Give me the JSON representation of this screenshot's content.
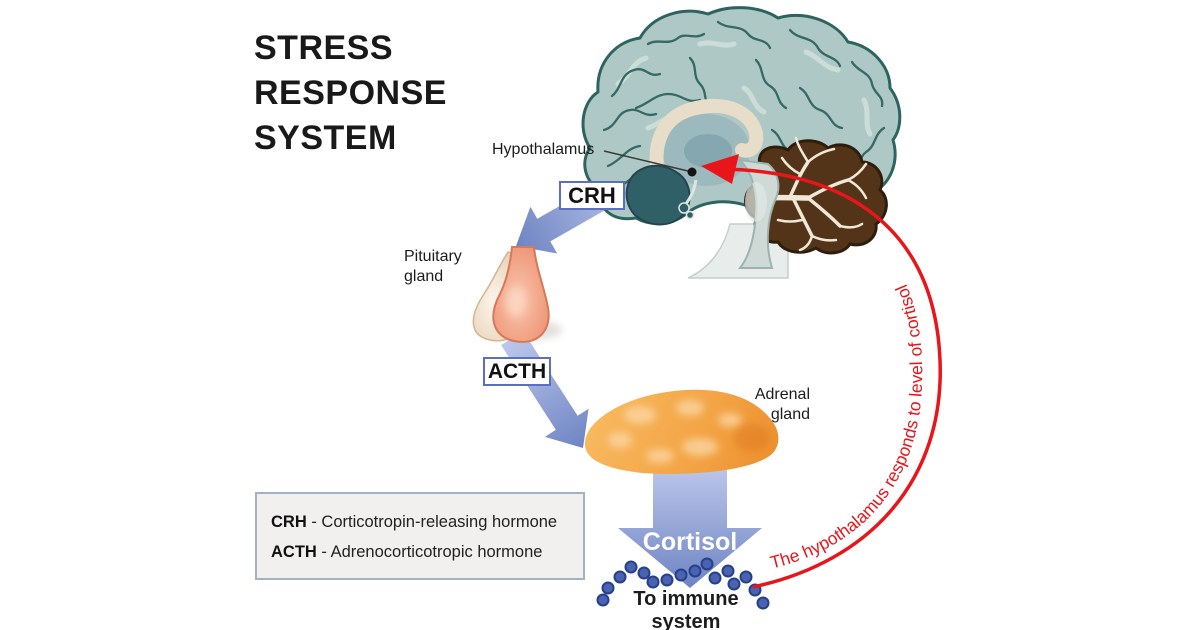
{
  "title": "STRESS\nRESPONSE\nSYSTEM",
  "diagram": {
    "hypothalamus_label": "Hypothalamus",
    "pituitary_label": "Pituitary\ngland",
    "adrenal_label": "Adrenal\ngland",
    "crh_box": "CRH",
    "acth_box": "ACTH",
    "cortisol_arrow_label": "Cortisol",
    "immune_label": "To immune system",
    "feedback_label": "The hypothalamus responds to level of cortisol"
  },
  "legend": {
    "rows": [
      {
        "abbr": "CRH",
        "definition": " - Corticotropin-releasing hormone"
      },
      {
        "abbr": "ACTH",
        "definition": " - Adrenocorticotropic hormone"
      }
    ]
  },
  "colors": {
    "feedback_red": "#e8151a",
    "arrow_blue_dark": "#6e84c3",
    "arrow_blue_light": "#ccd4f2",
    "hormone_box_border": "#5a6fbe",
    "brain_teal": "#aec9c5",
    "brain_outline": "#2e6360",
    "cerebellum_brown": "#543419",
    "adrenal_orange": "#f5a851",
    "pituitary_pink": "#f2a184",
    "immune_dot_blue": "#4a63b0",
    "legend_bg": "#f1f0ee",
    "legend_border": "#a3b2c7"
  }
}
